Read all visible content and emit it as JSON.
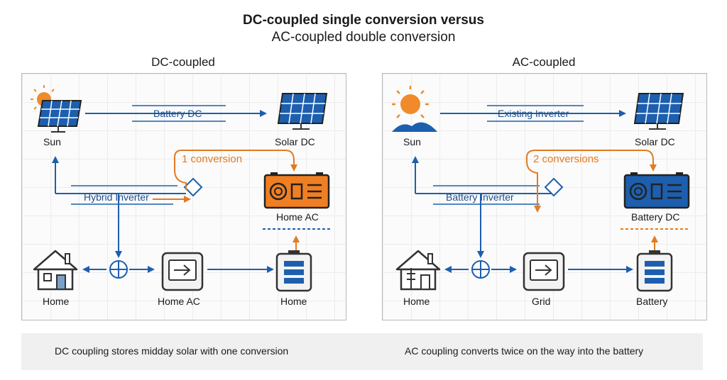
{
  "title": {
    "line1": "DC-coupled single conversion versus",
    "line2": "AC-coupled double conversion"
  },
  "colors": {
    "blue": "#1d5fae",
    "orange": "#e37b22",
    "dark": "#333333"
  },
  "left": {
    "heading": "DC-coupled",
    "flow_label": "Battery DC",
    "inverter_label": "Hybrid Inverter",
    "conversion_label": "1 conversion",
    "labels": {
      "sun": "Sun",
      "solar": "Solar DC",
      "device": "Home AC",
      "home": "Home",
      "meter": "Home AC",
      "battery": "Home"
    },
    "caption": "DC coupling stores midday solar with one conversion"
  },
  "right": {
    "heading": "AC-coupled",
    "flow_label": "Existing Inverter",
    "inverter_label": "Battery Inverter",
    "conversion_label": "2 conversions",
    "labels": {
      "sun": "Sun",
      "solar": "Solar DC",
      "device": "Battery DC",
      "home": "Home",
      "meter": "Grid",
      "battery": "Battery"
    },
    "caption": "AC coupling converts twice on the way into the battery"
  },
  "icons": [
    "sun-icon",
    "solar-panel-icon",
    "inverter-device-icon",
    "house-icon",
    "junction-icon",
    "meter-icon",
    "battery-icon",
    "diamond-node-icon"
  ]
}
